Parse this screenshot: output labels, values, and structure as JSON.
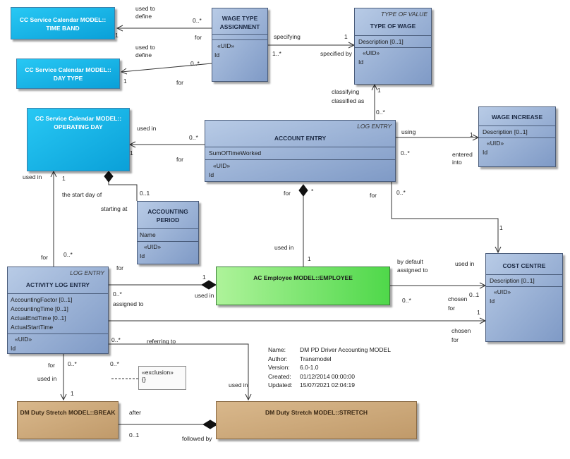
{
  "classes": {
    "time_band": {
      "title": "CC Service Calendar MODEL::\nTIME BAND"
    },
    "day_type": {
      "title": "CC Service Calendar MODEL::\nDAY TYPE"
    },
    "operating_day": {
      "title": "CC Service Calendar MODEL::\nOPERATING DAY"
    },
    "wage_type_assignment": {
      "title": "WAGE TYPE\nASSIGNMENT",
      "uid": "«UID»",
      "id": "Id"
    },
    "type_of_wage": {
      "stereotype": "TYPE OF VALUE",
      "title": "TYPE OF WAGE",
      "attrs": [
        "Description [0..1]"
      ],
      "uid": "«UID»",
      "id": "Id"
    },
    "wage_increase": {
      "title": "WAGE INCREASE",
      "attrs": [
        "Description [0..1]"
      ],
      "uid": "«UID»",
      "id": "Id"
    },
    "account_entry": {
      "stereotype": "LOG ENTRY",
      "title": "ACCOUNT ENTRY",
      "attrs": [
        "SumOfTimeWorked"
      ],
      "uid": "«UID»",
      "id": "Id"
    },
    "accounting_period": {
      "title": "ACCOUNTING\nPERIOD",
      "attrs": [
        "Name"
      ],
      "uid": "«UID»",
      "id": "Id"
    },
    "activity_log_entry": {
      "stereotype": "LOG ENTRY",
      "title": "ACTIVITY LOG ENTRY",
      "attrs": [
        "AccountingFactor [0..1]",
        "AccountingTime [0..1]",
        "ActualEndTime [0..1]",
        "ActualStartTime"
      ],
      "uid": "«UID»",
      "id": "Id"
    },
    "employee": {
      "title": "AC Employee MODEL::EMPLOYEE"
    },
    "cost_centre": {
      "title": "COST CENTRE",
      "attrs": [
        "Description [0..1]"
      ],
      "uid": "«UID»",
      "id": "Id"
    },
    "break": {
      "title": "DM Duty Stretch MODEL::BREAK"
    },
    "stretch": {
      "title": "DM Duty Stretch MODEL::STRETCH"
    }
  },
  "labels": {
    "used_to_define_1": "used to\ndefine",
    "zero_star_1": "0..*",
    "one_1": "1",
    "for_1": "for",
    "used_to_define_2": "used to\ndefine",
    "zero_star_2": "0..*",
    "one_2": "1",
    "for_2": "for",
    "specifying": "specifying",
    "one_star": "1..*",
    "one_3": "1",
    "specified_by": "specified by",
    "classifying": "classifying\nclassified as",
    "one_4": "1",
    "zero_star_3": "0..*",
    "used_in_1": "used in",
    "zero_star_4": "0..*",
    "one_5": "1",
    "for_3": "for",
    "using": "using",
    "one_6": "1",
    "zero_star_5": "0..*",
    "entered_into": "entered\ninto",
    "used_in_2": "used in",
    "one_7": "1",
    "the_start_day_of": "the start day of",
    "zero_one_1": "0..1",
    "starting_at": "starting at",
    "for_4": "for",
    "star_1": "*",
    "for_5": "for",
    "zero_star_6": "0..*",
    "used_in_3": "used in",
    "one_8": "1",
    "one_9": "1",
    "for_6": "for",
    "zero_star_7": "0..*",
    "for_7": "for",
    "one_10": "1",
    "zero_star_8": "0..*",
    "assigned_to": "assigned to",
    "used_in_4": "used in",
    "by_default": "by default\nassigned to",
    "used_in_5": "used in",
    "zero_star_9": "0..*",
    "chosen_for_1": "chosen\nfor",
    "zero_one_2": "0..1",
    "one_11": "1",
    "chosen_for_2": "chosen\nfor",
    "zero_star_10": "0..*",
    "referring_to": "referring to",
    "for_8": "for",
    "zero_star_11": "0..*",
    "zero_star_12": "0..*",
    "used_in_6": "used in",
    "one_12": "1",
    "used_in_7": "used in",
    "after": "after",
    "zero_one_3": "0..1",
    "followed_by": "followed by"
  },
  "note": {
    "stereotype": "«exclusion»",
    "body": "{}"
  },
  "metadata": [
    {
      "key": "Name:",
      "value": "DM PD Driver Accounting MODEL"
    },
    {
      "key": "Author:",
      "value": "Transmodel"
    },
    {
      "key": "Version:",
      "value": "6.0-1.0"
    },
    {
      "key": "Created:",
      "value": "01/12/2014 00:00:00"
    },
    {
      "key": "Updated:",
      "value": "15/07/2021 02:04:19"
    }
  ],
  "colors": {
    "entity": "#9fb4d8",
    "external": "#14b4e6",
    "employee": "#6fe05f",
    "stretch": "#cfac7c"
  }
}
